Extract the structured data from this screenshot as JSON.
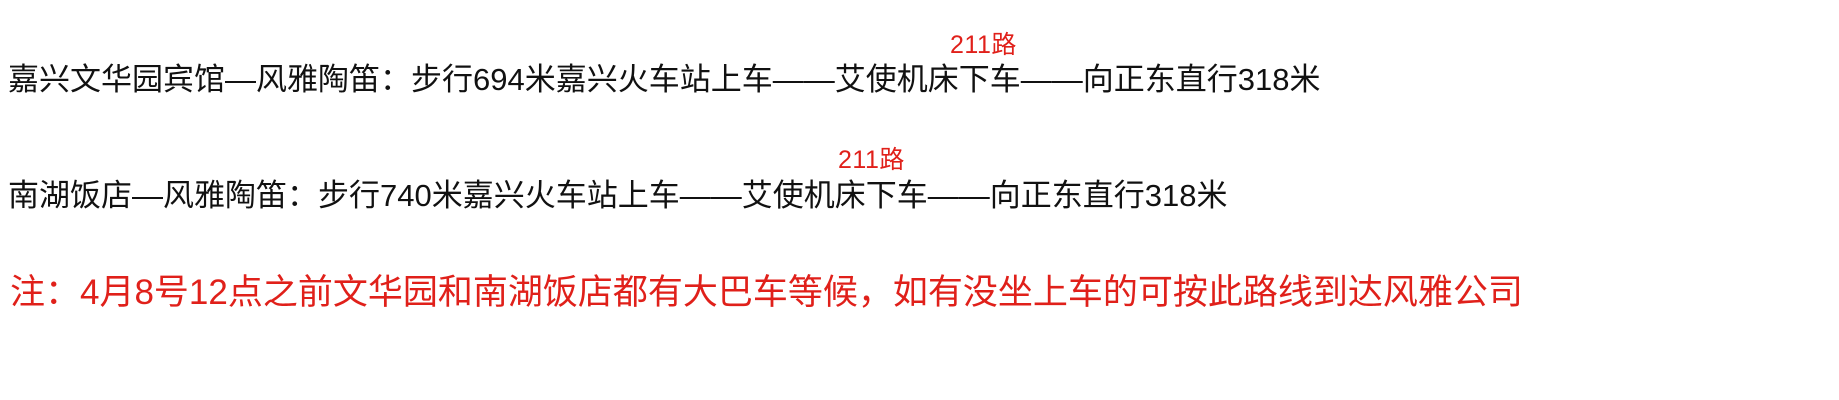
{
  "document": {
    "background_color": "#ffffff",
    "text_color": "#111111",
    "accent_color": "#e0201a"
  },
  "routes": [
    {
      "id": "route-1",
      "text": "嘉兴文华园宾馆—风雅陶笛：步行694米嘉兴火车站上车——艾使机床下车——向正东直行318米",
      "origin": "嘉兴文华园宾馆",
      "destination": "风雅陶笛",
      "walk_distance_start": "694米",
      "board_stop": "嘉兴火车站上车",
      "alight_stop": "艾使机床下车",
      "final_leg": "向正东直行318米",
      "bus_badge": "211路"
    },
    {
      "id": "route-2",
      "text": "南湖饭店—风雅陶笛：步行740米嘉兴火车站上车——艾使机床下车——向正东直行318米",
      "origin": "南湖饭店",
      "destination": "风雅陶笛",
      "walk_distance_start": "740米",
      "board_stop": "嘉兴火车站上车",
      "alight_stop": "艾使机床下车",
      "final_leg": "向正东直行318米",
      "bus_badge": "211路"
    }
  ],
  "note": {
    "text": "注：4月8号12点之前文华园和南湖饭店都有大巴车等候，如有没坐上车的可按此路线到达风雅公司"
  }
}
